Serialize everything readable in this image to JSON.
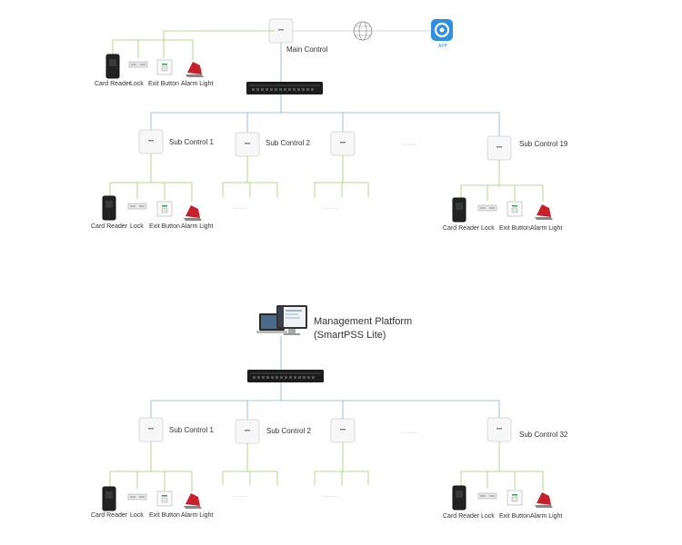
{
  "top": {
    "main_control": "Main Control",
    "app_label": "APP",
    "main_devices": [
      "Card Reader",
      "Lock",
      "Exit Button",
      "Alarm Light"
    ],
    "sub1": "Sub Control 1",
    "sub2": "Sub Control 2",
    "sub_last": "Sub Control 19",
    "sub1_devices": [
      "Card Reader",
      "Lock",
      "Exit Button",
      "Alarm Light"
    ],
    "sublast_devices": [
      "Card Reader",
      "Lock",
      "Exit Button",
      "Alarm Light"
    ],
    "ellipsis": "......",
    "branch_ellipsis": "......"
  },
  "bottom": {
    "platform_line1": "Management Platform",
    "platform_line2": "(SmartPSS Lite)",
    "sub1": "Sub Control 1",
    "sub2": "Sub Control 2",
    "sub_last": "Sub Control 32",
    "sub1_devices": [
      "Card Reader",
      "Lock",
      "Exit Button",
      "Alarm Light"
    ],
    "sublast_devices": [
      "Card Reader",
      "Lock",
      "Exit Button",
      "Alarm Light"
    ],
    "ellipsis": "......",
    "branch_ellipsis": "......"
  },
  "colors": {
    "blue_link": "#7fb2dc",
    "green_link": "#9ccf6a",
    "grey_link": "#c8c8c8"
  }
}
